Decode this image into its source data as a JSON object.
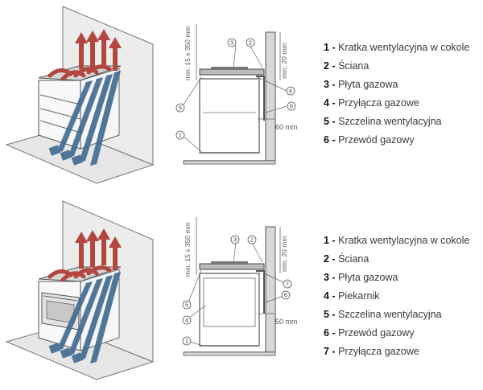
{
  "top": {
    "dims": {
      "vent_gaps": "min. 15 x 350 mm",
      "wall_gap": "min. 20 mm",
      "side_gap": "60 mm"
    },
    "callouts": [
      "1",
      "2",
      "3",
      "4",
      "5",
      "6"
    ],
    "legend": [
      {
        "num": "1 -",
        "text": "Kratka wentylacyjna w cokole"
      },
      {
        "num": "2 -",
        "text": "Ściana"
      },
      {
        "num": "3 -",
        "text": "Płyta gazowa"
      },
      {
        "num": "4 -",
        "text": "Przyłącza gazowe"
      },
      {
        "num": "5 -",
        "text": "Szczelina wentylacyjna"
      },
      {
        "num": "6 -",
        "text": "Przewód gazowy"
      }
    ]
  },
  "bottom": {
    "dims": {
      "vent_gaps": "min. 15 x 350 mm",
      "wall_gap": "min. 20 mm",
      "side_gap": "50 mm"
    },
    "callouts": [
      "1",
      "2",
      "3",
      "4",
      "5",
      "6",
      "7"
    ],
    "legend": [
      {
        "num": "1 -",
        "text": "Kratka wentylacyjna w cokole"
      },
      {
        "num": "2 -",
        "text": "Ściana"
      },
      {
        "num": "3 -",
        "text": "Płyta gazowa"
      },
      {
        "num": "4 -",
        "text": "Piekarnik"
      },
      {
        "num": "5 -",
        "text": "Szczelina wentylacyjna"
      },
      {
        "num": "6 -",
        "text": "Przewód gazowy"
      },
      {
        "num": "7 -",
        "text": "Przyłącza gazowe"
      }
    ]
  },
  "colors": {
    "airflow_cool": "#3f6a91",
    "airflow_hot": "#b3473f",
    "line": "#555555",
    "wall_fill": "#d8d8d8"
  }
}
